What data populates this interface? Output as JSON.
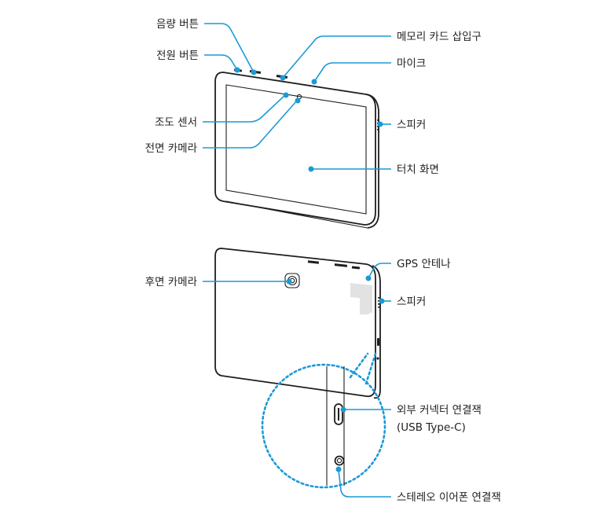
{
  "front_labels": {
    "volume_button": "음량 버튼",
    "power_button": "전원 버튼",
    "light_sensor": "조도 센서",
    "front_camera": "전면 카메라",
    "memory_card_slot": "메모리 카드 삽입구",
    "microphone": "마이크",
    "speaker": "스피커",
    "touch_screen": "터치 화면"
  },
  "back_labels": {
    "rear_camera": "후면 카메라",
    "gps_antenna": "GPS 안테나",
    "speaker": "스피커",
    "usb_connector_line1": "외부 커넥터 연결잭",
    "usb_connector_line2": "(USB Type-C)",
    "earphone_jack": "스테레오 이어폰 연결잭"
  },
  "colors": {
    "callout": "#1a9ad7",
    "device_outline": "#1e1e1e",
    "antenna_area": "#e2e2e2"
  }
}
